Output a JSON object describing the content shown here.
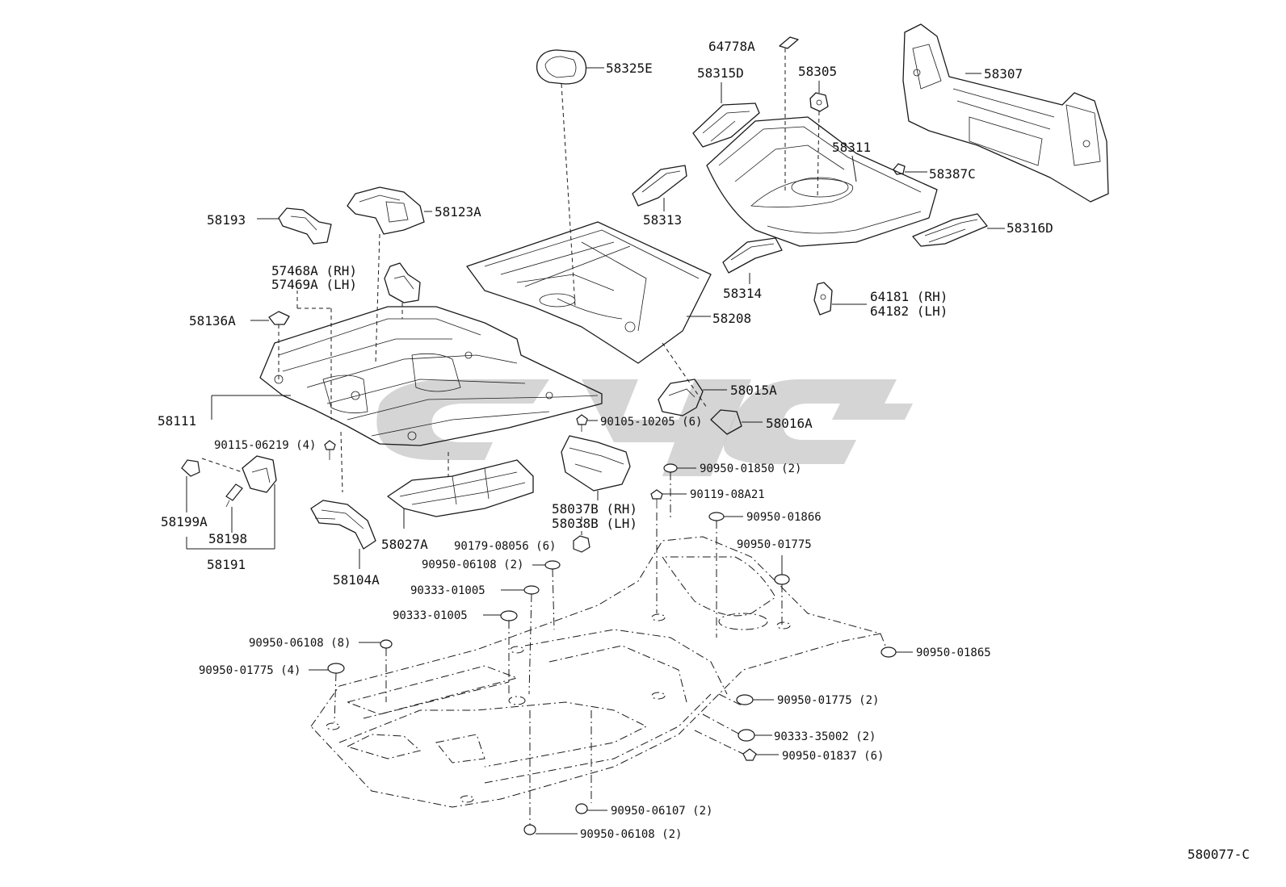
{
  "diagram_code": "580077-C",
  "labels": {
    "p64778A": "64778A",
    "p58325E": "58325E",
    "p58315D": "58315D",
    "p58305": "58305",
    "p58307": "58307",
    "p58311": "58311",
    "p58387C": "58387C",
    "p58316D": "58316D",
    "p58313": "58313",
    "p58314": "58314",
    "p64181": "64181 (RH)",
    "p64182": "64182 (LH)",
    "p58193": "58193",
    "p58123A": "58123A",
    "p57468A": "57468A (RH)",
    "p57469A": "57469A (LH)",
    "p58136A": "58136A",
    "p58208": "58208",
    "p58015A": "58015A",
    "p58016A": "58016A",
    "p58111": "58111",
    "p90105": "90105-10205 (6)",
    "p90115": "90115-06219 (4)",
    "p90950_01850": "90950-01850 (2)",
    "p90119": "90119-08A21",
    "p90950_01866": "90950-01866",
    "p58037B": "58037B (RH)",
    "p58038B": "58038B (LH)",
    "p58199A": "58199A",
    "p58198": "58198",
    "p58191": "58191",
    "p58104A": "58104A",
    "p58027A": "58027A",
    "p90179": "90179-08056 (6)",
    "p90950_01775_a": "90950-01775",
    "p90950_06108_2a": "90950-06108 (2)",
    "p90333_01005_a": "90333-01005",
    "p90333_01005_b": "90333-01005",
    "p90950_06108_8": "90950-06108 (8)",
    "p90950_01775_4": "90950-01775 (4)",
    "p90950_01865": "90950-01865",
    "p90950_01775_2": "90950-01775 (2)",
    "p90333_35002": "90333-35002 (2)",
    "p90950_01837": "90950-01837 (6)",
    "p90950_06107": "90950-06107 (2)",
    "p90950_06108_2b": "90950-06108 (2)"
  }
}
